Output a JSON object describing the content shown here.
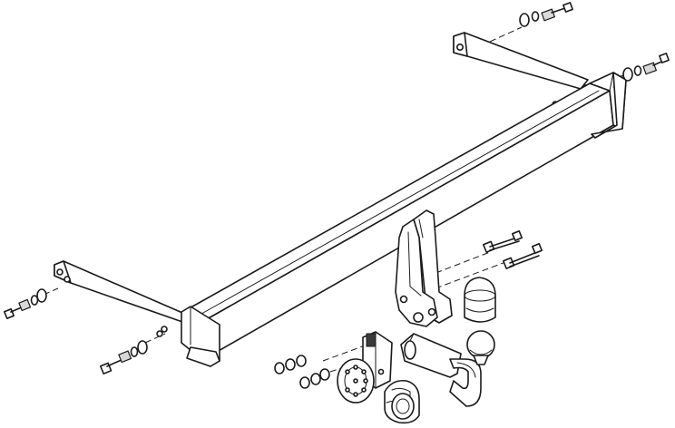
{
  "diagram": {
    "kind": "exploded-assembly-drawing",
    "background_color": "#ffffff",
    "line_color": "#1a1a1a",
    "hardware_fill_color": "#d9d9d9",
    "parts": [
      "main-crossbar",
      "left-mounting-bracket",
      "right-mounting-bracket",
      "center-ball-mount-bracket",
      "tow-ball-neck",
      "tow-ball-cap",
      "electrical-socket",
      "socket-mounting-plate",
      "socket-rubber-seal",
      "bolt-sets"
    ]
  }
}
